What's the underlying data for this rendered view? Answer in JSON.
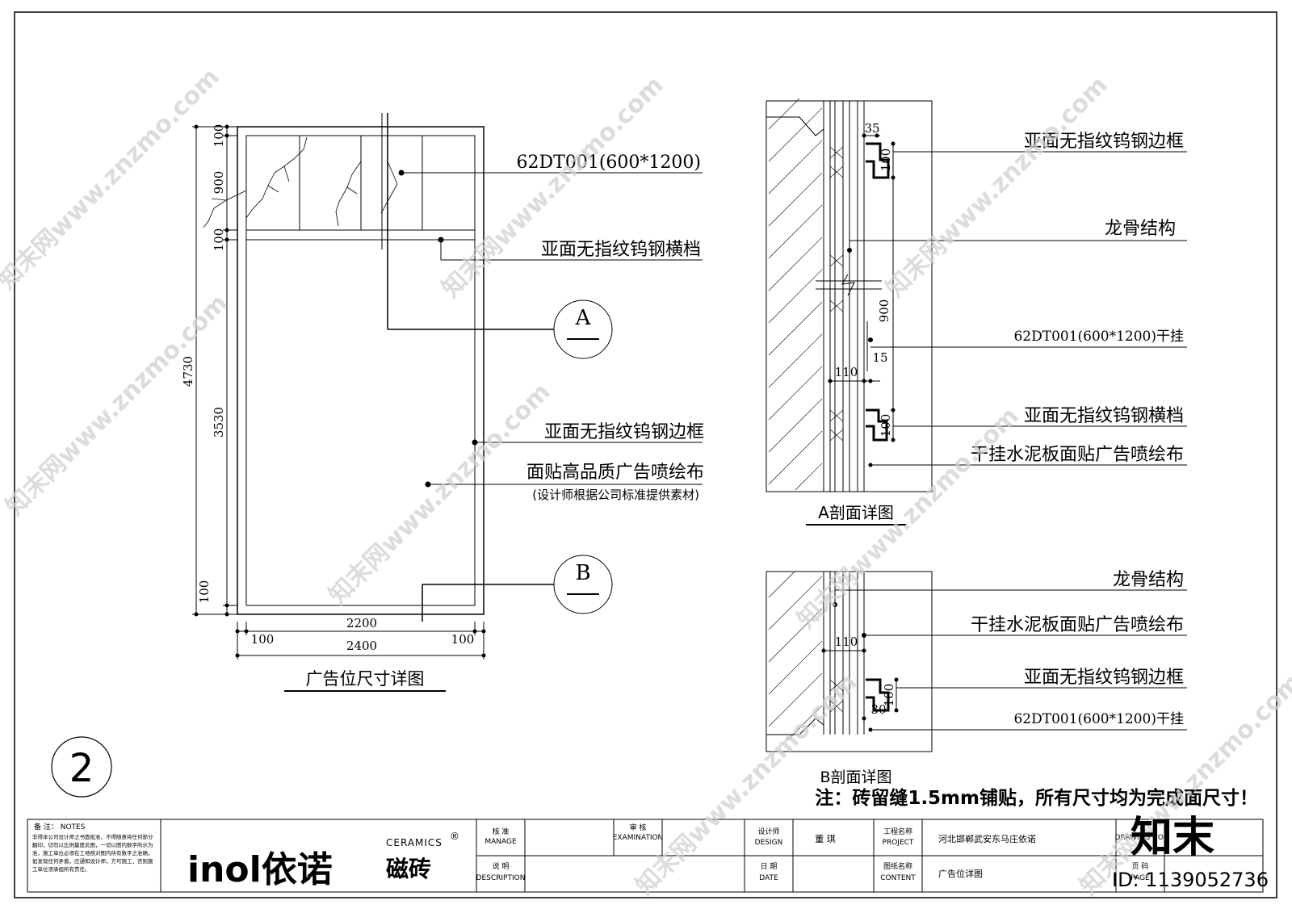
{
  "main_drawing": {
    "title": "广告位尺寸详图",
    "dims_vertical": [
      "4730",
      "100",
      "900",
      "100",
      "3530",
      "100"
    ],
    "dims_horizontal": [
      "2200",
      "100",
      "2400",
      "100"
    ],
    "callouts": [
      "62DT001(600*1200)",
      "亚面无指纹钨钢横档",
      "亚面无指纹钨钢边框",
      "面贴高品质广告喷绘布",
      "(设计师根据公司标准提供素材)"
    ],
    "section_marks": [
      "A",
      "B"
    ]
  },
  "section_a": {
    "title": "A剖面详图",
    "labels": [
      "亚面无指纹钨钢边框",
      "龙骨结构",
      "62DT001(600*1200)干挂",
      "亚面无指纹钨钢横档",
      "干挂水泥板面贴广告喷绘布"
    ],
    "dims": [
      "35",
      "100",
      "900",
      "15",
      "110",
      "100"
    ]
  },
  "section_b": {
    "title": "B剖面详图",
    "labels": [
      "龙骨结构",
      "干挂水泥板面贴广告喷绘布",
      "亚面无指纹钨钢边框",
      "62DT001(600*1200)干挂"
    ],
    "dims": [
      "110",
      "100",
      "30"
    ]
  },
  "note": "注：砖留缝1.5mm铺贴，所有尺寸均为完成面尺寸！",
  "sheet_number": "2",
  "title_block": {
    "notes_label": "备 注： NOTES",
    "notes_text": "非得本公司设计师之书面批准，不得随意将任何部分翻印，切勿以比例量度此图，一切以图内数字所示为准，施工单位必须在工地核对图内所有数字之准确，如发现任何矛盾，应通知设计师，方可施工，否则施工单位须承担所有责任。",
    "logo_text": "inol依诺",
    "logo_sub_en": "CERAMICS",
    "logo_sub_cn": "磁砖",
    "logo_mark": "®",
    "review_cn": "核 准",
    "review_en": "MANAGE",
    "audit_cn": "审 核",
    "audit_en": "EXAMINATION",
    "desc_cn": "说 明",
    "desc_en": "DESCRIPTION",
    "designer_cn": "设计师",
    "designer_en": "DESIGN",
    "designer_name": "董 琪",
    "date_cn": "日 期",
    "date_en": "DATE",
    "project_cn": "工程名称",
    "project_en": "PROJECT",
    "project_name": "河北邯郸武安东马庄依诺",
    "content_cn": "图纸名称",
    "content_en": "CONTENT",
    "content_name": "广告位详图",
    "page_cn": "页 码",
    "page_en": "PAGE",
    "drawing_no_label": "DRAWING NO."
  },
  "watermark": {
    "text": "知末网www.znzmo.com",
    "brand": "知末",
    "id": "ID: 1139052736"
  }
}
